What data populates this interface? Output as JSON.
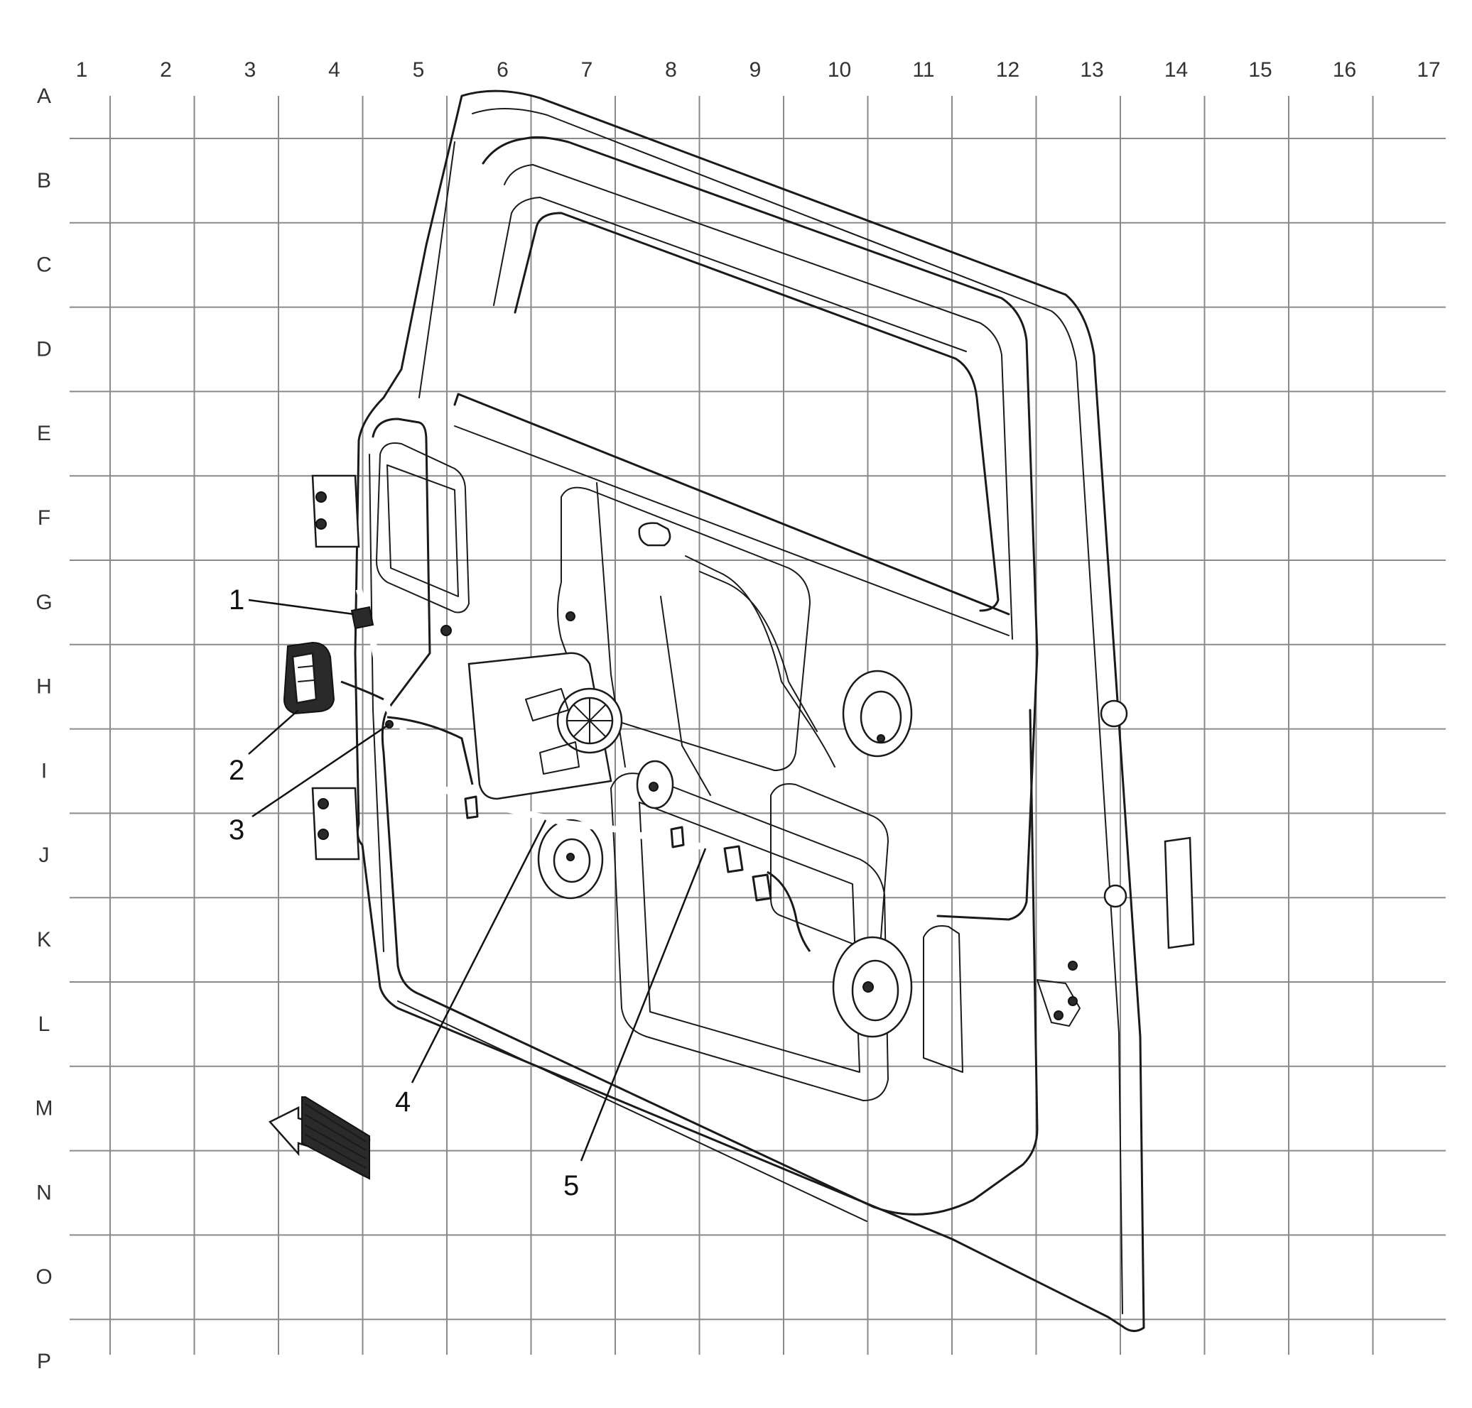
{
  "grid": {
    "columns": [
      "1",
      "2",
      "3",
      "4",
      "5",
      "6",
      "7",
      "8",
      "9",
      "10",
      "11",
      "12",
      "13",
      "14",
      "15",
      "16",
      "17"
    ],
    "rows": [
      "A",
      "B",
      "C",
      "D",
      "E",
      "F",
      "G",
      "H",
      "I",
      "J",
      "K",
      "L",
      "M",
      "N",
      "O",
      "P"
    ]
  },
  "callouts": [
    {
      "id": "1",
      "label": "1"
    },
    {
      "id": "2",
      "label": "2"
    },
    {
      "id": "3",
      "label": "3"
    },
    {
      "id": "4",
      "label": "4"
    },
    {
      "id": "5",
      "label": "5"
    }
  ],
  "colors": {
    "grid": "#8a8a8a",
    "line": "#1a1a1a",
    "background": "#ffffff"
  },
  "icons": {
    "front_arrow": "front-direction-arrow-icon"
  }
}
